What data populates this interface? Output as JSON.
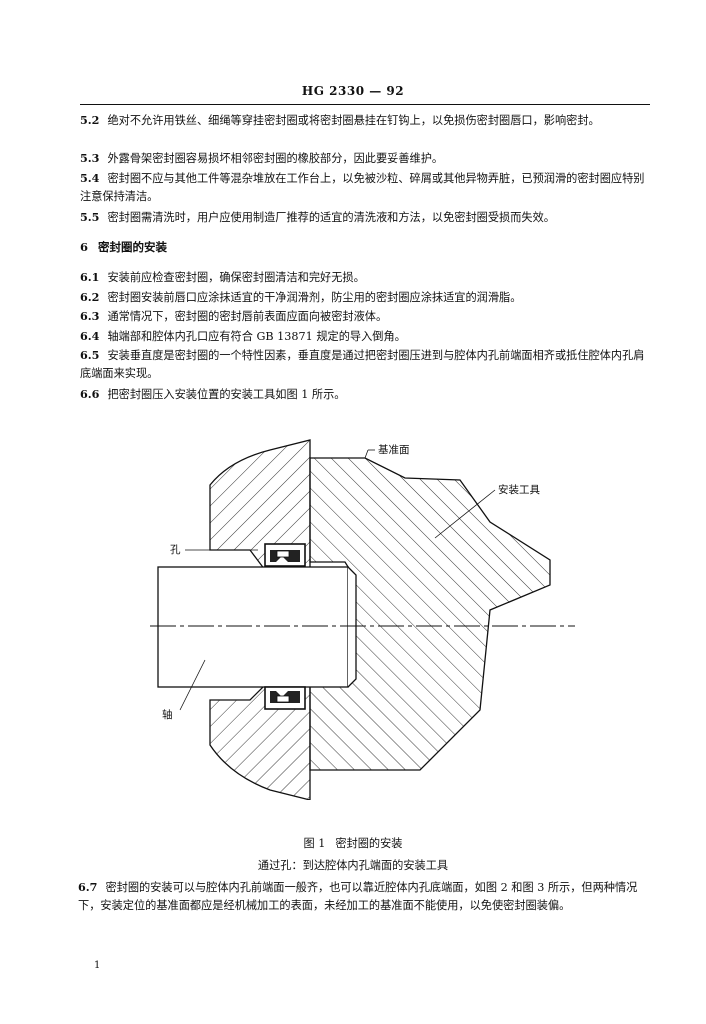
{
  "header": {
    "doc_code": "HG 2330 — 92"
  },
  "paragraphs_top": [
    {
      "num": "5.2",
      "text": "绝对不允许用铁丝、细绳等穿挂密封圈或将密封圈悬挂在钉钩上，以免损伤密封圈唇口，影响密封。"
    },
    {
      "num": "5.3",
      "text": "外露骨架密封圈容易损坏相邻密封圈的橡胶部分，因此要妥善维护。"
    },
    {
      "num": "5.4",
      "text": "密封圈不应与其他工件等混杂堆放在工作台上，以免被沙粒、碎屑或其他异物弄脏，已预润滑的密封圈应特别注意保持清洁。"
    },
    {
      "num": "5.5",
      "text": "密封圈需清洗时，用户应使用制造厂推荐的适宜的清洗液和方法，以免密封圈受损而失效。"
    }
  ],
  "section6": {
    "num": "6",
    "title": "密封圈的安装"
  },
  "paragraphs_6": [
    {
      "num": "6.1",
      "text": "安装前应检查密封圈，确保密封圈清洁和完好无损。"
    },
    {
      "num": "6.2",
      "text": "密封圈安装前唇口应涂抹适宜的干净润滑剂，防尘用的密封圈应涂抹适宜的润滑脂。"
    },
    {
      "num": "6.3",
      "text": "通常情况下，密封圈的密封唇前表面应面向被密封液体。"
    },
    {
      "num": "6.4",
      "text": "轴端部和腔体内孔口应有符合 GB 13871 规定的导入倒角。"
    },
    {
      "num": "6.5",
      "text": "安装垂直度是密封圈的一个特性因素，垂直度是通过把密封圈压进到与腔体内孔前端面相齐或抵住腔体内孔肩底端面来实现。"
    },
    {
      "num": "6.6",
      "text": "把密封圈压入安装位置的安装工具如图 1 所示。"
    }
  ],
  "figure": {
    "labels": {
      "datum_face": "基准面",
      "install_tool": "安装工具",
      "bore": "孔",
      "shaft": "轴"
    },
    "caption_no": "图 1",
    "caption_title": "密封圈的安装",
    "caption_sub": "通过孔：到达腔体内孔端面的安装工具"
  },
  "paragraph_67": {
    "num": "6.7",
    "text": "密封圈的安装可以与腔体内孔前端面一般齐，也可以靠近腔体内孔底端面，如图 2 和图 3 所示，但两种情况下，安装定位的基准面都应是经机械加工的表面，未经加工的基准面不能使用，以免使密封圈装偏。"
  },
  "margin_mark": "1"
}
